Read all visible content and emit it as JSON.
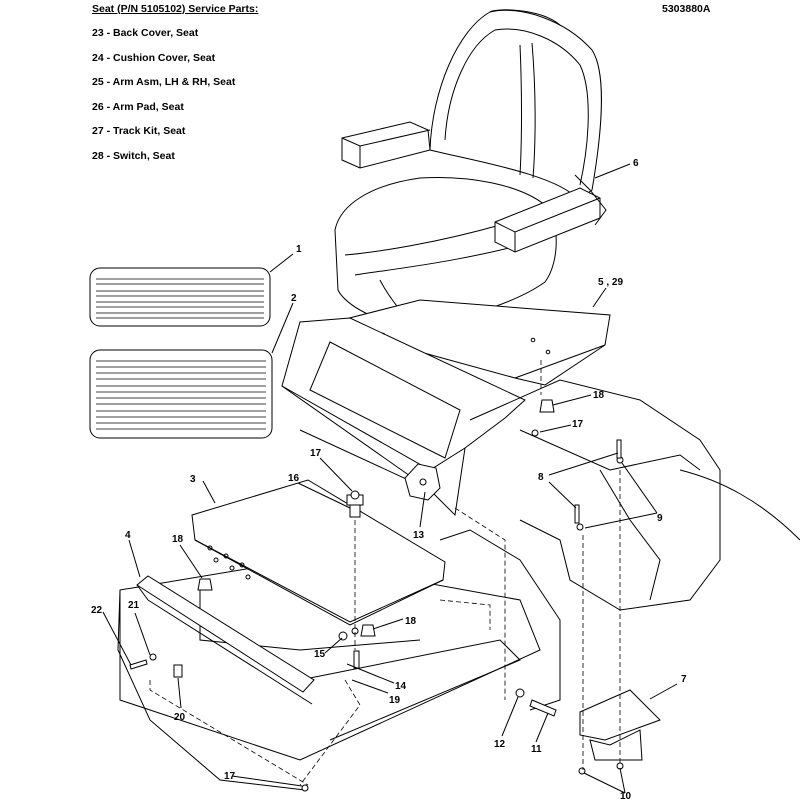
{
  "header": {
    "title": "Seat (P/N 5105102) Service Parts:",
    "doc_number": "5303880A"
  },
  "service_parts": [
    "23 - Back Cover, Seat",
    "24 - Cushion Cover, Seat",
    "25 - Arm Asm, LH & RH, Seat",
    "26 - Arm Pad, Seat",
    "27 - Track Kit, Seat",
    "28 - Switch, Seat"
  ],
  "callouts": {
    "c1": "1",
    "c2": "2",
    "c3": "3",
    "c4": "4",
    "c5_29": "5 , 29",
    "c6": "6",
    "c7": "7",
    "c8": "8",
    "c9": "9",
    "c10": "10",
    "c11": "11",
    "c12": "12",
    "c13": "13",
    "c14": "14",
    "c15": "15",
    "c16": "16",
    "c17a": "17",
    "c17b": "17",
    "c17c": "17",
    "c18a": "18",
    "c18b": "18",
    "c18c": "18",
    "c19": "19",
    "c20": "20",
    "c21": "21",
    "c22": "22"
  }
}
